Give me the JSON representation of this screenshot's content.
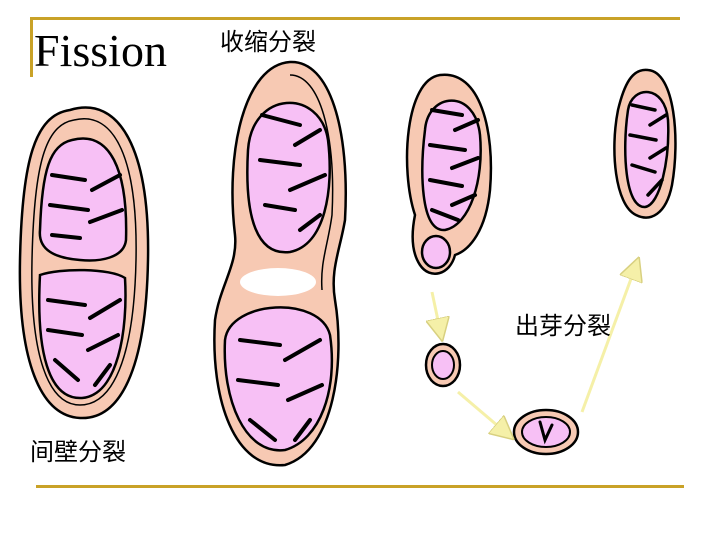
{
  "title": "Fission",
  "labels": {
    "contraction_division": "收缩分裂",
    "budding_division": "出芽分裂",
    "septum_division": "间壁分裂"
  },
  "colors": {
    "outer_membrane": "#f7c9b3",
    "matrix": "#f7c0f5",
    "outline": "#000000",
    "accent_rule": "#c9a227",
    "arrow": "#f5f0a8"
  },
  "icons": [
    "mitochondrion-septum-icon",
    "mitochondrion-contraction-icon",
    "mitochondrion-budding-icon",
    "mitochondrion-small-icon",
    "bud-vesicle-icon",
    "arrow-icon"
  ]
}
